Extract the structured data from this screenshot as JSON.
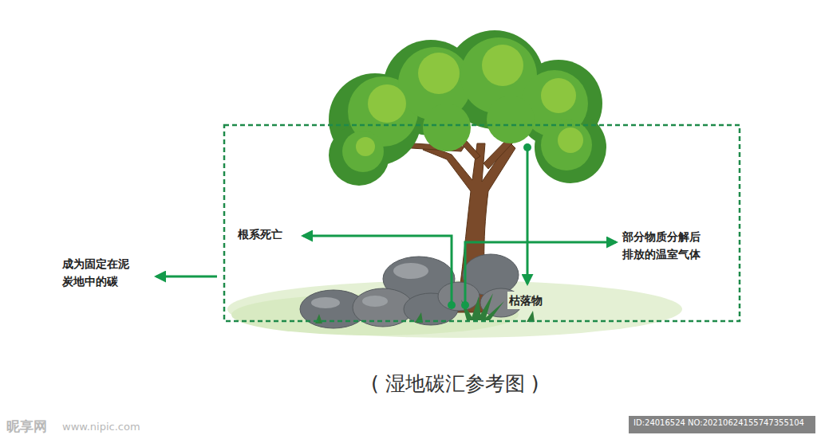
{
  "diagram": {
    "caption": "( 湿地碳汇参考图 )",
    "labels": [
      "根系死亡",
      "部分物质分解后 排放的温室气体",
      "枯落物",
      "成为固定在泥 炭地中的碳",
      "昵享网",
      "www.nipic.com",
      "ID:24016524 NO:20210624155747355104"
    ]
  }
}
